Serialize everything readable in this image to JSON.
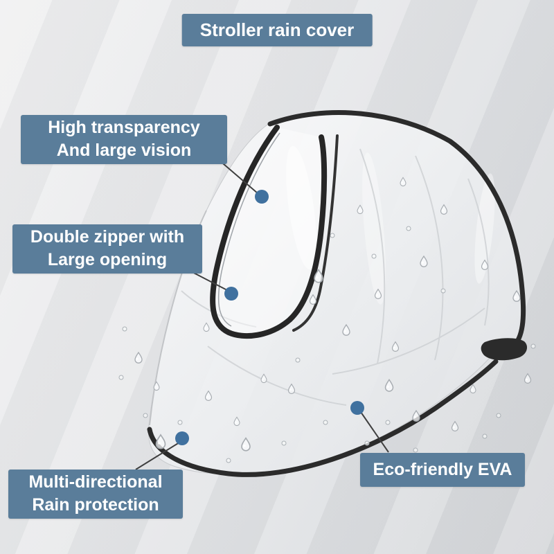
{
  "title": "Stroller rain cover",
  "callouts": [
    {
      "id": "high-transparency",
      "lines": [
        "High transparency",
        "And large vision"
      ]
    },
    {
      "id": "double-zipper",
      "lines": [
        "Double zipper with",
        "Large opening"
      ]
    },
    {
      "id": "multi-directional",
      "lines": [
        "Multi-directional",
        "Rain protection"
      ]
    },
    {
      "id": "eco-friendly",
      "lines": [
        "Eco-friendly EVA"
      ]
    }
  ],
  "colors": {
    "label_bg": "#5a7d9a",
    "dot": "#40719f",
    "connector": "#3f3f3f",
    "trim": "#2b2b2b"
  }
}
